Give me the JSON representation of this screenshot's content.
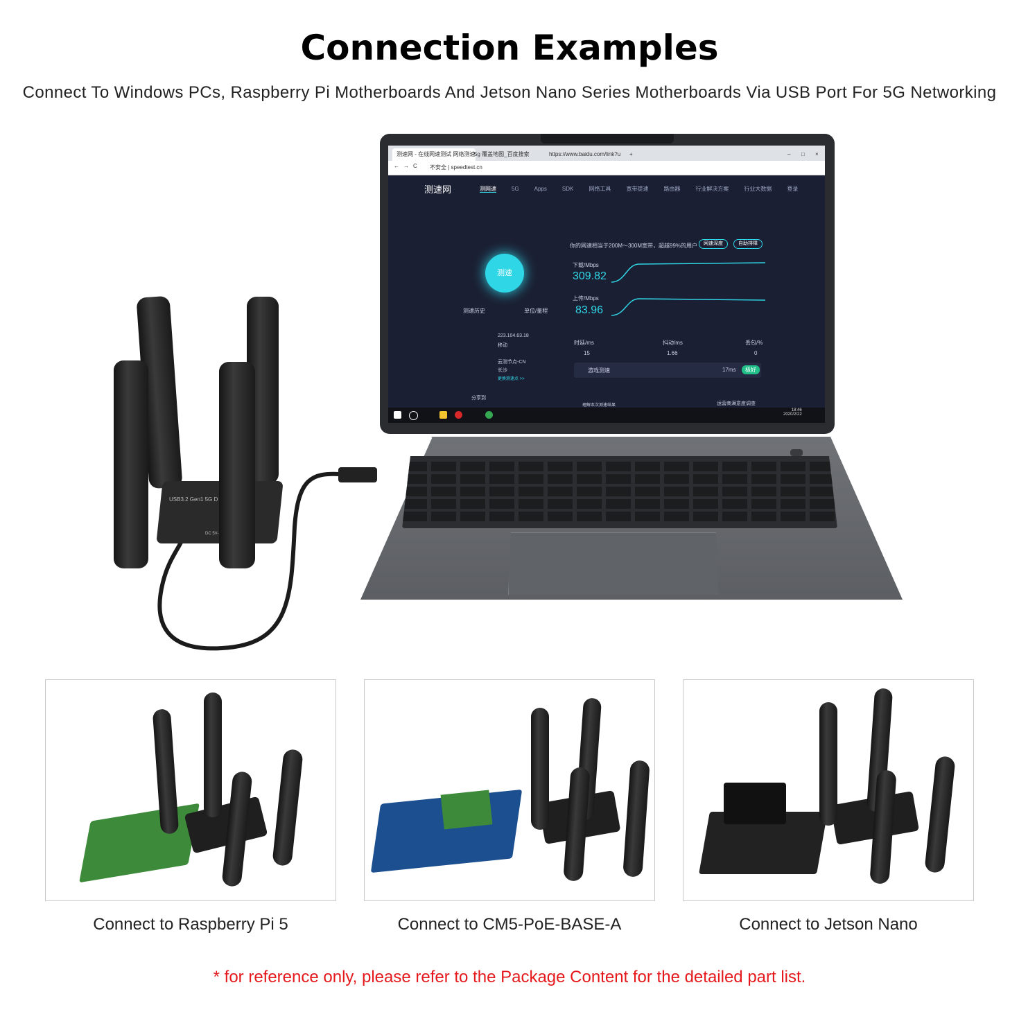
{
  "header": {
    "title": "Connection Examples",
    "subtitle": "Connect To Windows PCs, Raspberry Pi Motherboards And Jetson Nano Series Motherboards Via USB Port For 5G Networking"
  },
  "laptop_screen": {
    "tabs": [
      "测速网 - 在线网速测试 网络测速",
      "5g 覆盖地图_百度搜索",
      "https://www.baidu.com/link?u"
    ],
    "address": "不安全 | speedtest.cn",
    "site_logo": "测速网",
    "nav": [
      "测网速",
      "5G",
      "Apps",
      "SDK",
      "网络工具",
      "宽带提速",
      "路由器",
      "行业解决方案",
      "行业大数据",
      "登录"
    ],
    "speed_button": "测速",
    "history_label": "测速历史",
    "unit_label": "单位/量程",
    "ip_line1": "223.104.63.18",
    "ip_line2": "移动",
    "node_line1": "云测节点-CN",
    "node_line2": "长沙",
    "node_switch": "更换测速点 >>",
    "share_label": "分享到",
    "result_text": "你的网速相当于200M～300M宽带，超越99%的用户",
    "pill1": "网速深度",
    "pill2": "自助排障",
    "download_label": "下载/Mbps",
    "download_value": "309.82",
    "upload_label": "上传/Mbps",
    "upload_value": "83.96",
    "stats": [
      {
        "label": "时延/ms",
        "value": "15"
      },
      {
        "label": "抖动/ms",
        "value": "1.66"
      },
      {
        "label": "丢包/%",
        "value": "0"
      }
    ],
    "game_label": "游戏测速",
    "game_latency": "17ms",
    "game_badge": "极好",
    "bottom_left": "理解本次测速结果",
    "bottom_right": "运营商满意度调查",
    "clock_time": "18:46",
    "clock_date": "2020/2/22"
  },
  "dongle": {
    "label": "USB3.2 Gen1 5G D",
    "port_label": "DC 5V-12V"
  },
  "examples": [
    {
      "caption": "Connect to Raspberry Pi 5"
    },
    {
      "caption": "Connect to CM5-PoE-BASE-A"
    },
    {
      "caption": "Connect to Jetson Nano"
    }
  ],
  "footer": {
    "disclaimer": "* for reference only, please refer to the Package Content for the detailed part list."
  },
  "colors": {
    "accent": "#2fd6e6",
    "disclaimer": "#e5191c",
    "screen_bg": "#1b1f33"
  }
}
